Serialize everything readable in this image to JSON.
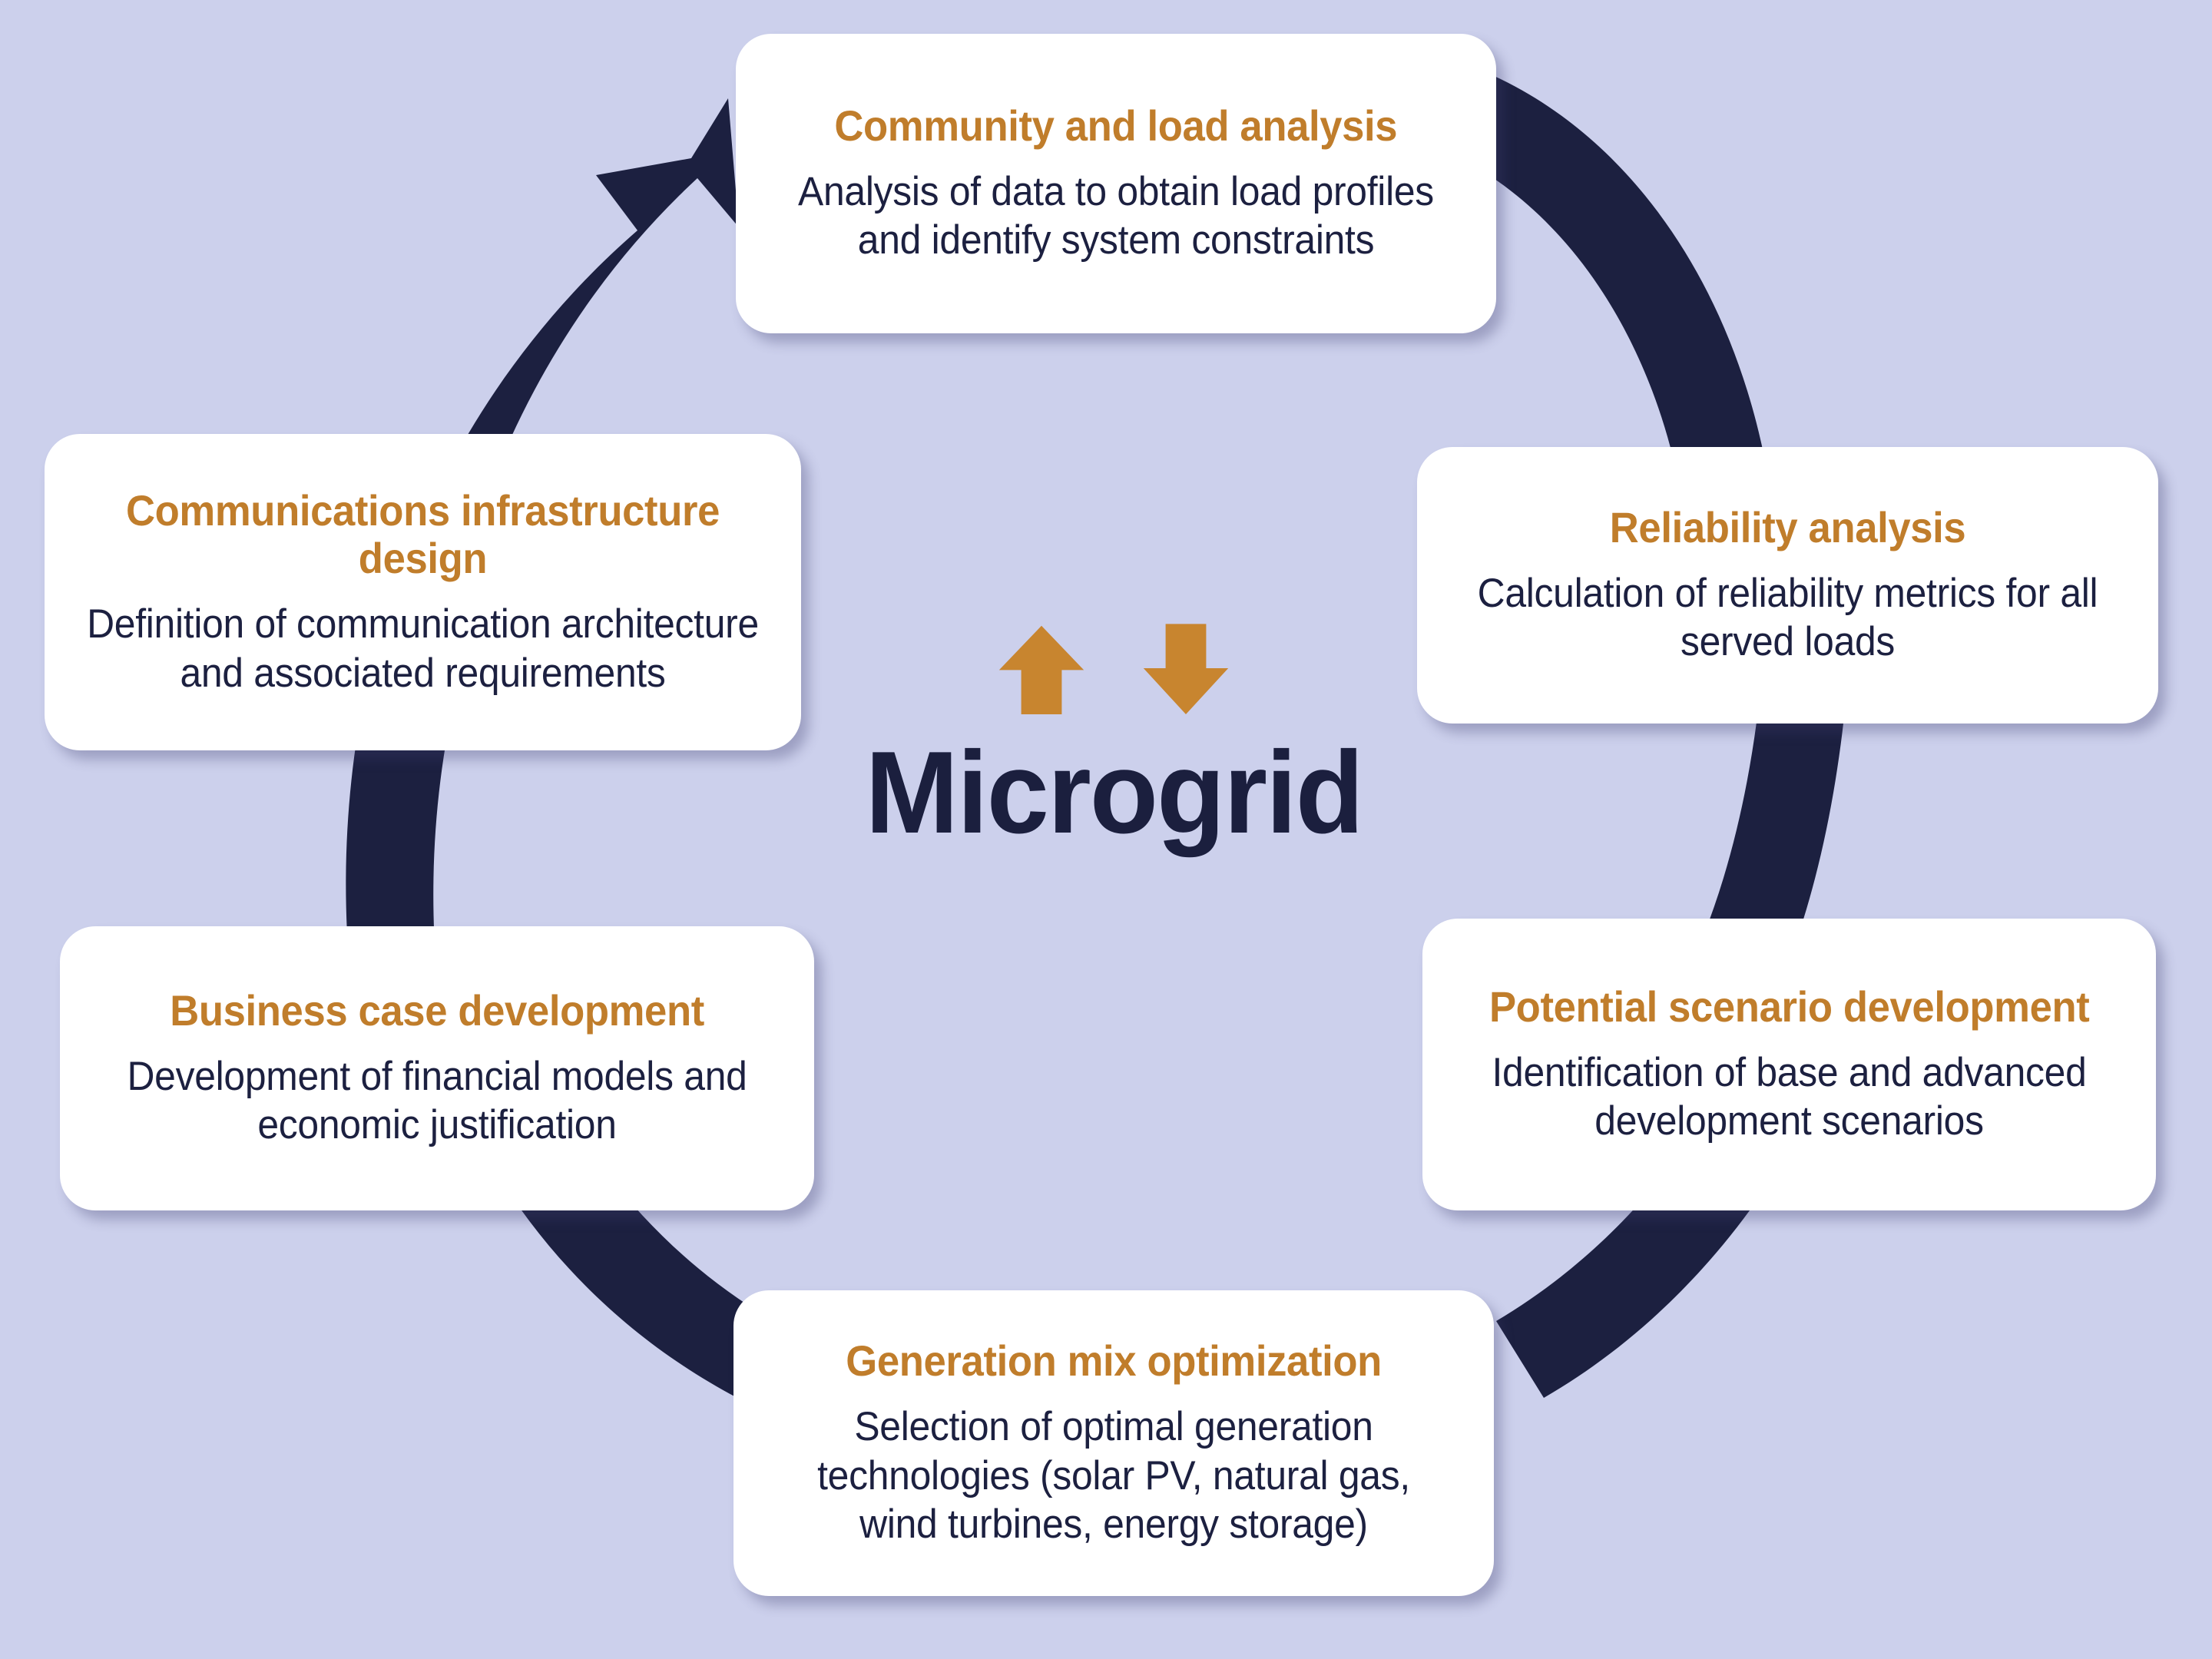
{
  "diagram": {
    "title": "Microgrid",
    "background_color": "#ccd0ec",
    "accent_color": "#c07d2b",
    "connector_color": "#1c2040",
    "text_color": "#1c2040",
    "card_color": "#ffffff",
    "center": {
      "label": "Microgrid",
      "up_arrow_icon": "arrow-up-icon",
      "down_arrow_icon": "arrow-down-icon"
    },
    "steps": [
      {
        "id": "community-and-load-analysis",
        "title": "Community and load analysis",
        "body": "Analysis of data to obtain load profiles and identify system constraints"
      },
      {
        "id": "reliability-analysis",
        "title": "Reliability analysis",
        "body": "Calculation of reliability metrics for all served loads"
      },
      {
        "id": "potential-scenario-development",
        "title": "Potential scenario development",
        "body": "Identification of base and advanced development scenarios"
      },
      {
        "id": "generation-mix-optimization",
        "title": "Generation mix optimization",
        "body": "Selection of optimal generation technologies (solar PV, natural gas, wind turbines, energy storage)"
      },
      {
        "id": "business-case-development",
        "title": "Business case development",
        "body": "Development of financial models and economic justification"
      },
      {
        "id": "communications-infrastructure-design",
        "title": "Communications infrastructure design",
        "body": "Definition of communication architecture and associated requirements"
      }
    ]
  }
}
